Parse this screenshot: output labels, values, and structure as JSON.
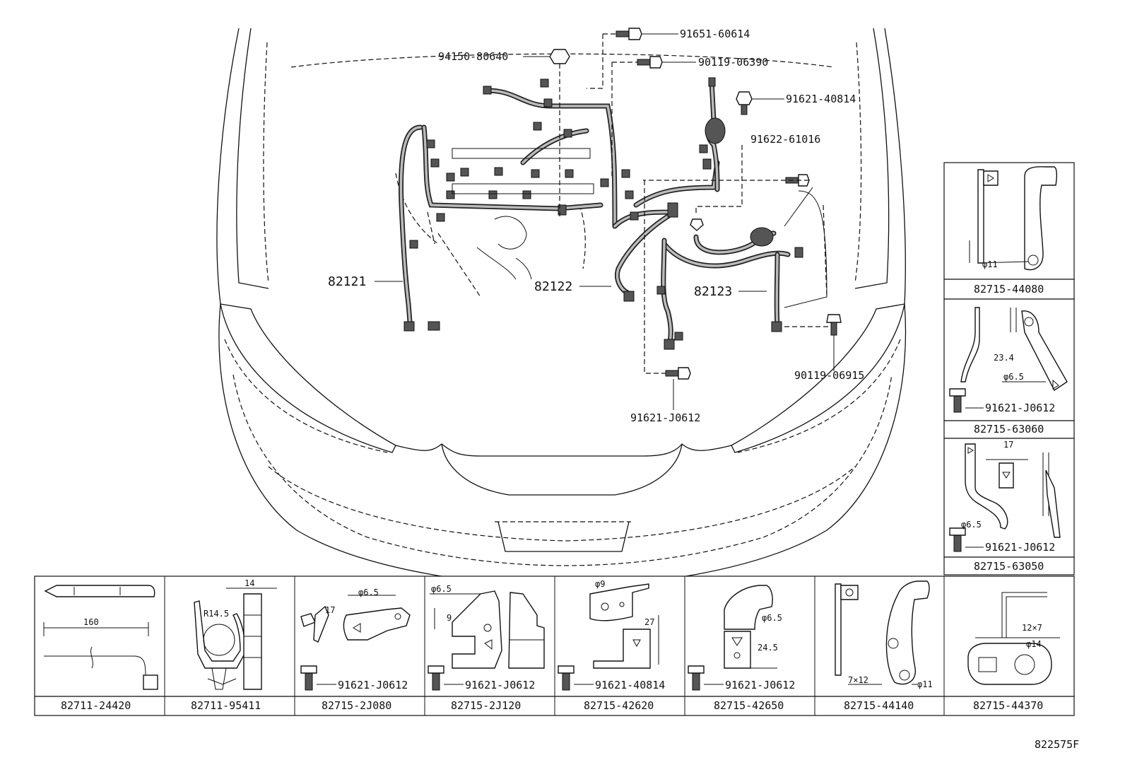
{
  "diagram_id": "822575F",
  "main_callouts": {
    "c94150": "94150-80640",
    "c91651": "91651-60614",
    "c90119a": "90119-06390",
    "c91621a": "91621-40814",
    "c91622": "91622-61016",
    "c82121": "82121",
    "c82122": "82122",
    "c82123": "82123",
    "c90119b": "90119-06915",
    "c91621b": "91621-J0612"
  },
  "right_panels": [
    {
      "part": "82715-44080",
      "dims": [
        "φ11"
      ]
    },
    {
      "part": "82715-63060",
      "bolt": "91621-J0612",
      "dims": [
        "23.4",
        "φ6.5"
      ]
    },
    {
      "part": "82715-63050",
      "bolt": "91621-J0612",
      "dims": [
        "17",
        "φ6.5"
      ]
    }
  ],
  "bottom_panels": [
    {
      "part": "82711-24420",
      "dims": [
        "160"
      ]
    },
    {
      "part": "82711-95411",
      "dims": [
        "14",
        "R14.5"
      ]
    },
    {
      "part": "82715-2J080",
      "bolt": "91621-J0612",
      "dims": [
        "φ6.5",
        "17"
      ]
    },
    {
      "part": "82715-2J120",
      "bolt": "91621-J0612",
      "dims": [
        "φ6.5",
        "9"
      ]
    },
    {
      "part": "82715-42620",
      "bolt": "91621-40814",
      "dims": [
        "φ9",
        "27"
      ]
    },
    {
      "part": "82715-42650",
      "bolt": "91621-J0612",
      "dims": [
        "φ6.5",
        "24.5"
      ]
    },
    {
      "part": "82715-44140",
      "dims": [
        "7×12",
        "φ11"
      ]
    },
    {
      "part": "82715-44370",
      "dims": [
        "12×7",
        "φ14"
      ]
    }
  ]
}
